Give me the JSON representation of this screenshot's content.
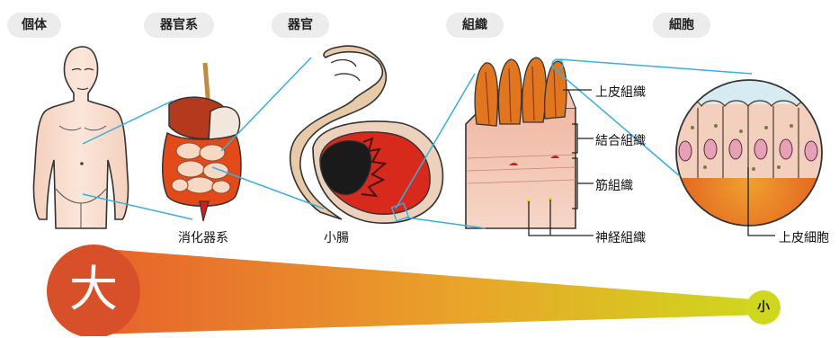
{
  "levels": {
    "individual": "個体",
    "organ_system": "器官系",
    "organ": "器官",
    "tissue": "組織",
    "cell": "細胞"
  },
  "labels": {
    "digestive_system": "消化器系",
    "small_intestine": "小腸",
    "epithelial_tissue": "上皮組織",
    "connective_tissue": "結合組織",
    "muscle_tissue": "筋組織",
    "nerve_tissue": "神経組織",
    "epithelial_cell": "上皮細胞"
  },
  "scale": {
    "large": "大",
    "small": "小"
  },
  "colors": {
    "connector_line": "#3aaede",
    "scale_large": "#e0602e",
    "scale_small": "#c8d61c",
    "organ_orange": "#e07020",
    "organ_red": "#d42a1e",
    "skin": "#f8dccb"
  }
}
